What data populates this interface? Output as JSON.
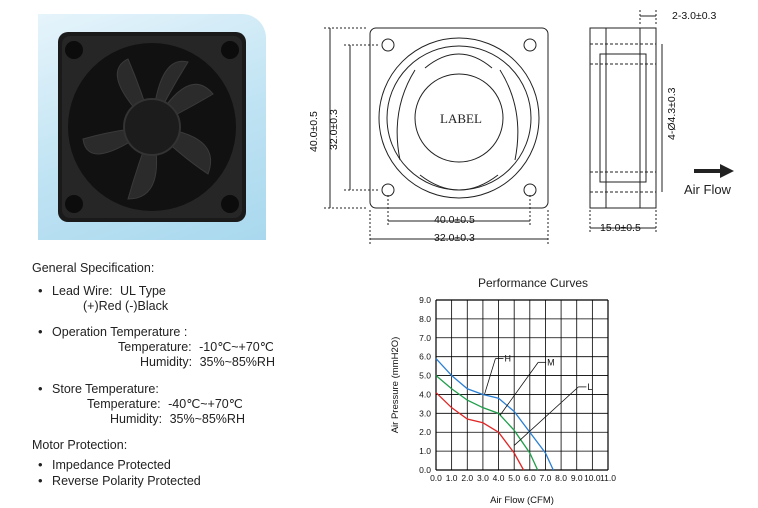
{
  "photo": {
    "alt_icon": "fan-photo"
  },
  "drawings": {
    "front": {
      "label": "LABEL",
      "dim_height_outer": "40.0±0.5",
      "dim_height_inner": "32.0±0.3",
      "dim_width_inner": "40.0±0.5",
      "dim_width_outer": "32.0±0.3"
    },
    "side": {
      "dim_top": "2-3.0±0.3",
      "dim_holes": "4-Ø4.3±0.3",
      "dim_depth": "15.0±0.5"
    },
    "airflow": "Air Flow"
  },
  "spec": {
    "general_title": "General Specification:",
    "lead_wire_label": "Lead Wire:",
    "lead_wire_value": "UL Type",
    "lead_wire_colors": "(+)Red  (-)Black",
    "operation_title": "Operation Temperature :",
    "operation_temp_label": "Temperature:",
    "operation_temp_value": "-10℃~+70℃",
    "operation_humidity_label": "Humidity:",
    "operation_humidity_value": "35%~85%RH",
    "store_title": "Store Temperature:",
    "store_temp_label": "Temperature:",
    "store_temp_value": "-40℃~+70℃",
    "store_humidity_label": "Humidity:",
    "store_humidity_value": "35%~85%RH",
    "motor_title": "Motor Protection:",
    "motor_items": [
      "Impedance Protected",
      "Reverse Polarity Protected"
    ]
  },
  "chart_data": {
    "type": "line",
    "title": "Performance  Curves",
    "xlabel": "Air Flow (CFM)",
    "ylabel": "Air Pressure (mmH2O)",
    "xlim": [
      0,
      11
    ],
    "ylim": [
      0,
      9
    ],
    "x_ticks": [
      "0.0",
      "1.0",
      "2.0",
      "3.0",
      "4.0",
      "5.0",
      "6.0",
      "7.0",
      "8.0",
      "9.0",
      "10.0",
      "11.0"
    ],
    "y_ticks": [
      "0.0",
      "1.0",
      "2.0",
      "3.0",
      "4.0",
      "5.0",
      "6.0",
      "7.0",
      "8.0",
      "9.0"
    ],
    "grid": true,
    "series": [
      {
        "name": "H",
        "color": "#2a7fd4",
        "x": [
          0,
          1,
          2,
          3,
          4,
          5,
          6,
          7,
          7.5
        ],
        "y": [
          5.9,
          5.0,
          4.3,
          4.0,
          3.8,
          3.1,
          2.0,
          0.9,
          0.0
        ]
      },
      {
        "name": "M",
        "color": "#1f9e4a",
        "x": [
          0,
          1,
          2,
          3,
          4,
          5,
          6,
          6.5
        ],
        "y": [
          5.0,
          4.3,
          3.7,
          3.3,
          3.0,
          2.1,
          0.9,
          0.0
        ]
      },
      {
        "name": "L",
        "color": "#e02626",
        "x": [
          0,
          1,
          2,
          3,
          4,
          5,
          5.6
        ],
        "y": [
          4.1,
          3.3,
          2.7,
          2.5,
          2.0,
          0.9,
          0.0
        ]
      }
    ]
  }
}
